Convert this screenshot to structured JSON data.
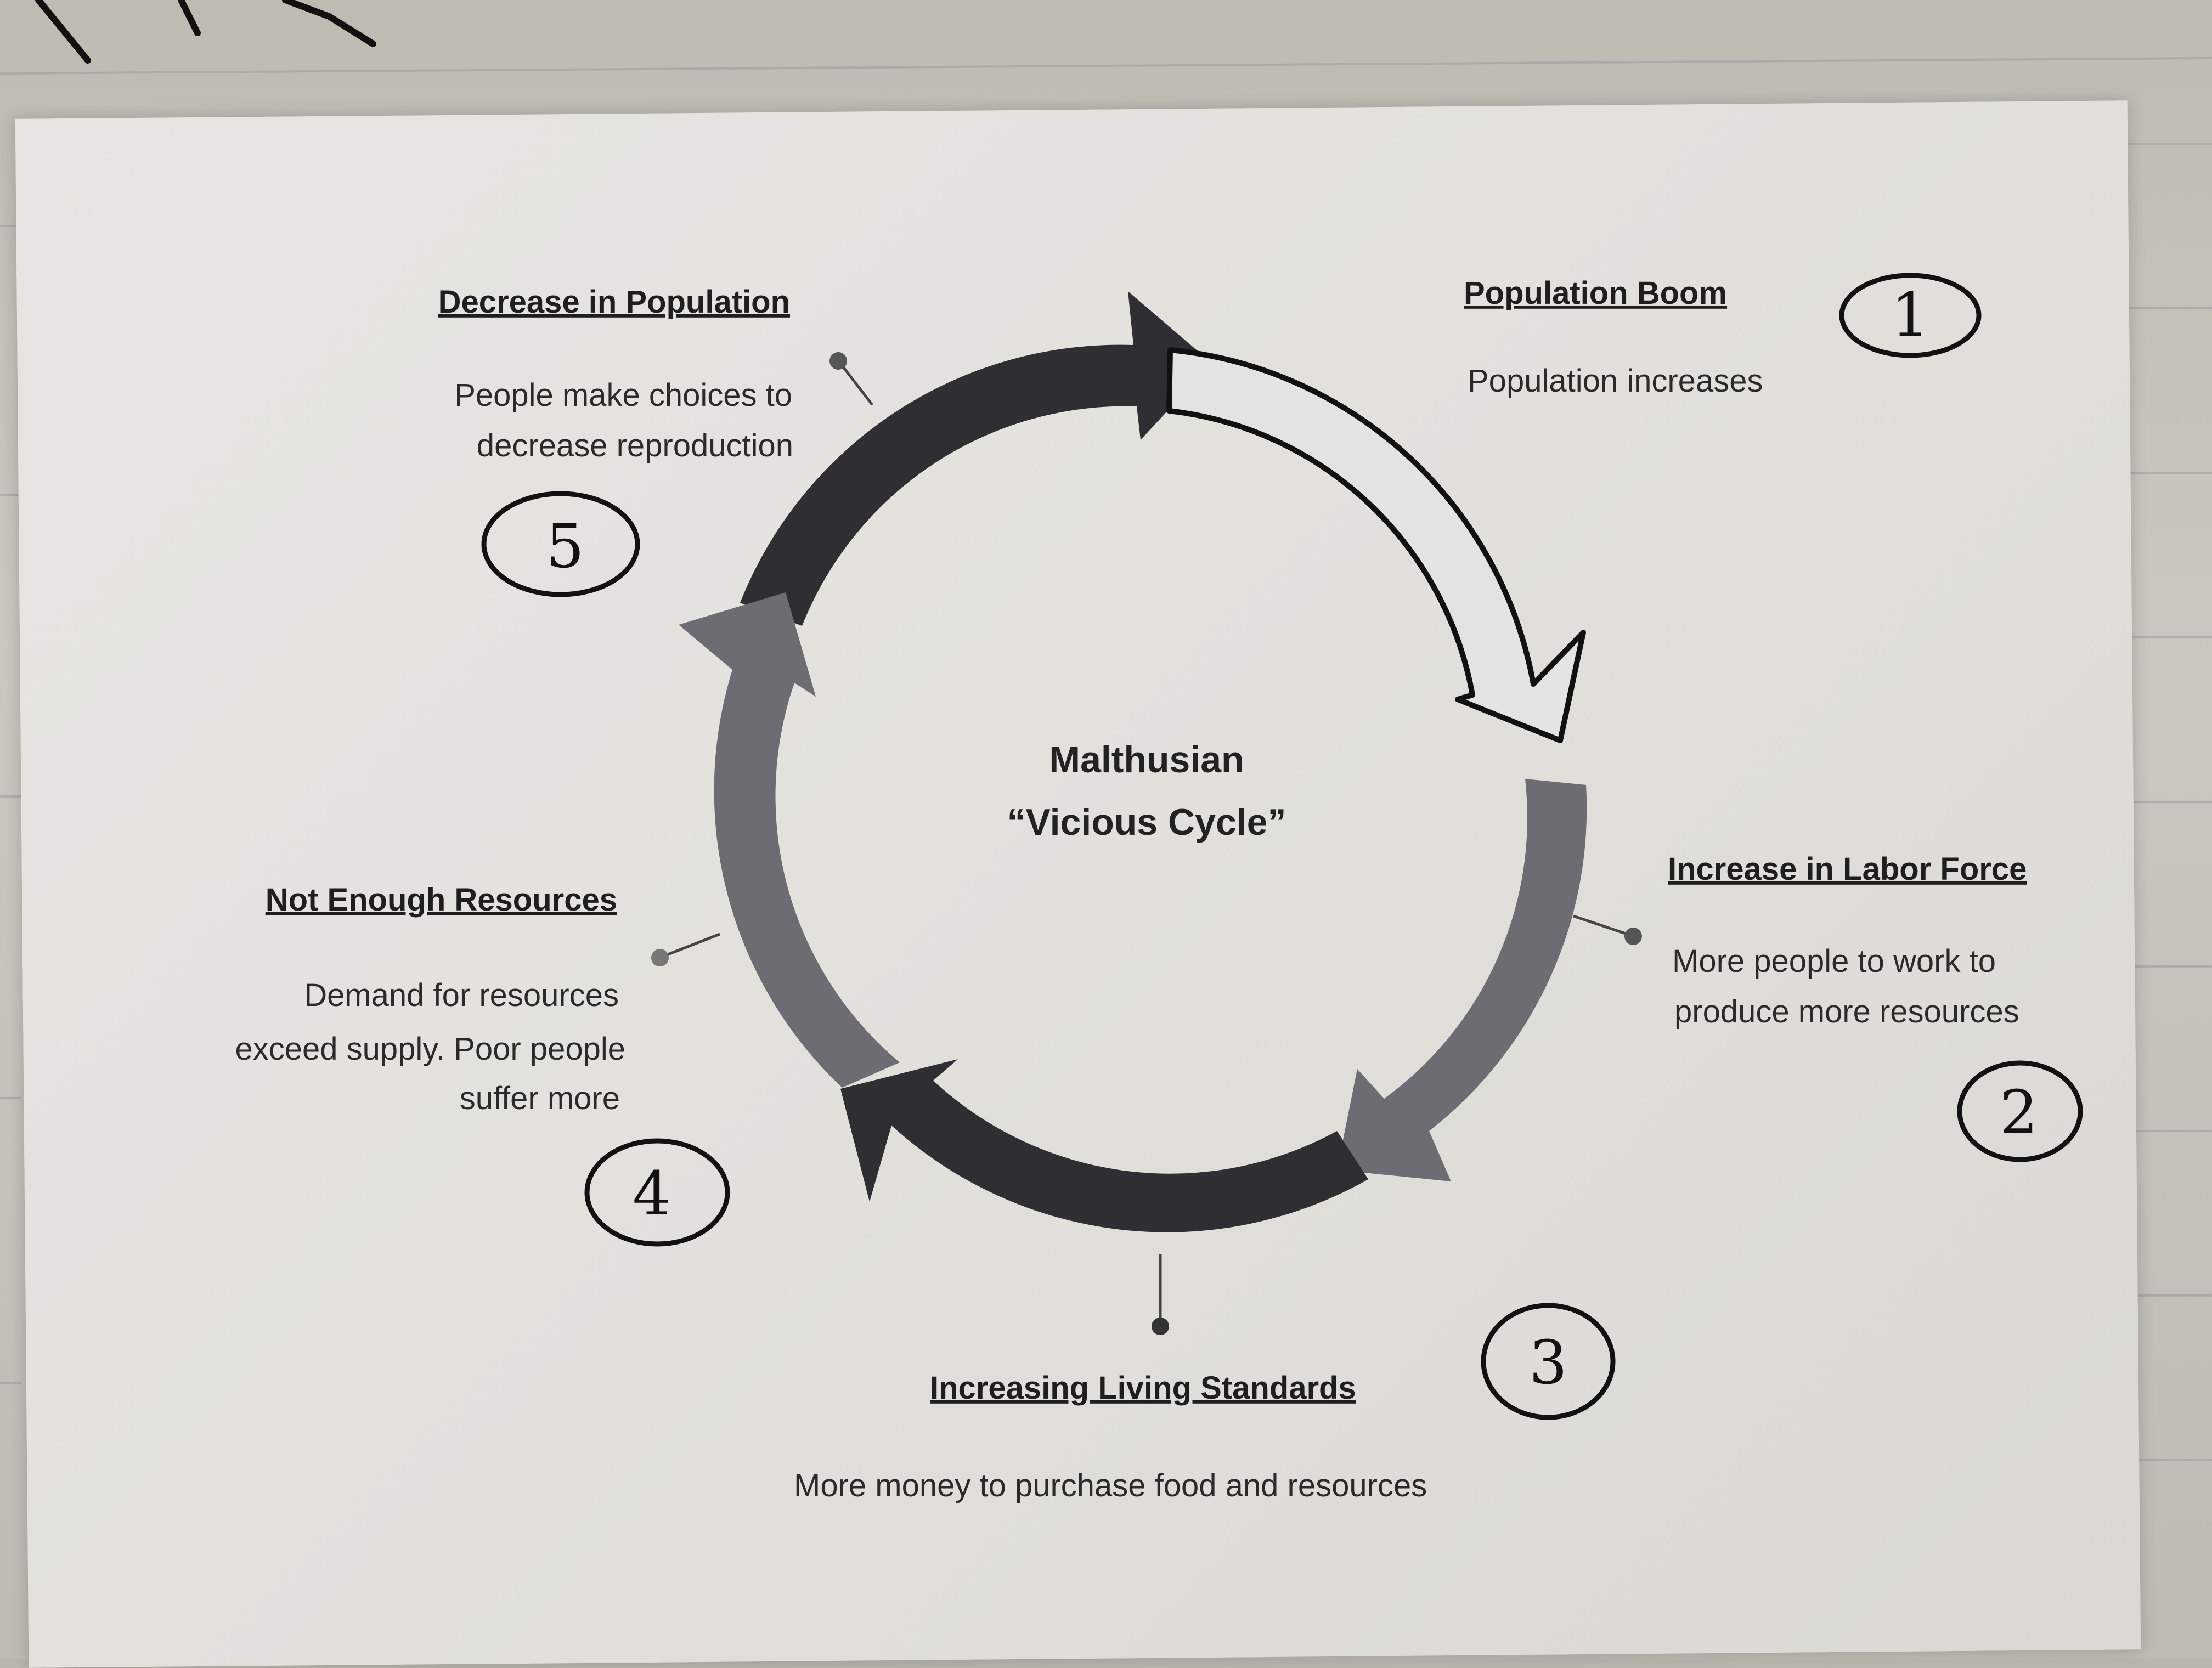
{
  "diagram": {
    "title_line1": "Malthusian",
    "title_line2": "“Vicious Cycle”",
    "stages": [
      {
        "number": "1",
        "title": "Population Boom",
        "description": [
          "Population increases"
        ]
      },
      {
        "number": "2",
        "title": "Increase in Labor Force",
        "description": [
          "More people to work to",
          "produce more resources"
        ]
      },
      {
        "number": "3",
        "title": "Increasing Living Standards",
        "description": [
          "More money to purchase food and resources"
        ]
      },
      {
        "number": "4",
        "title": "Not Enough Resources",
        "description": [
          "Demand for resources",
          "exceed supply. Poor people",
          "suffer more"
        ]
      },
      {
        "number": "5",
        "title": "Decrease in Population",
        "description": [
          "People make choices to",
          "decrease reproduction"
        ]
      }
    ]
  },
  "colors": {
    "dark_segment": "#2e2e33",
    "mid_segment": "#6c6c72",
    "light_segment": "#e3e3e0",
    "paper": "#e4e3df",
    "ink": "#111111"
  }
}
